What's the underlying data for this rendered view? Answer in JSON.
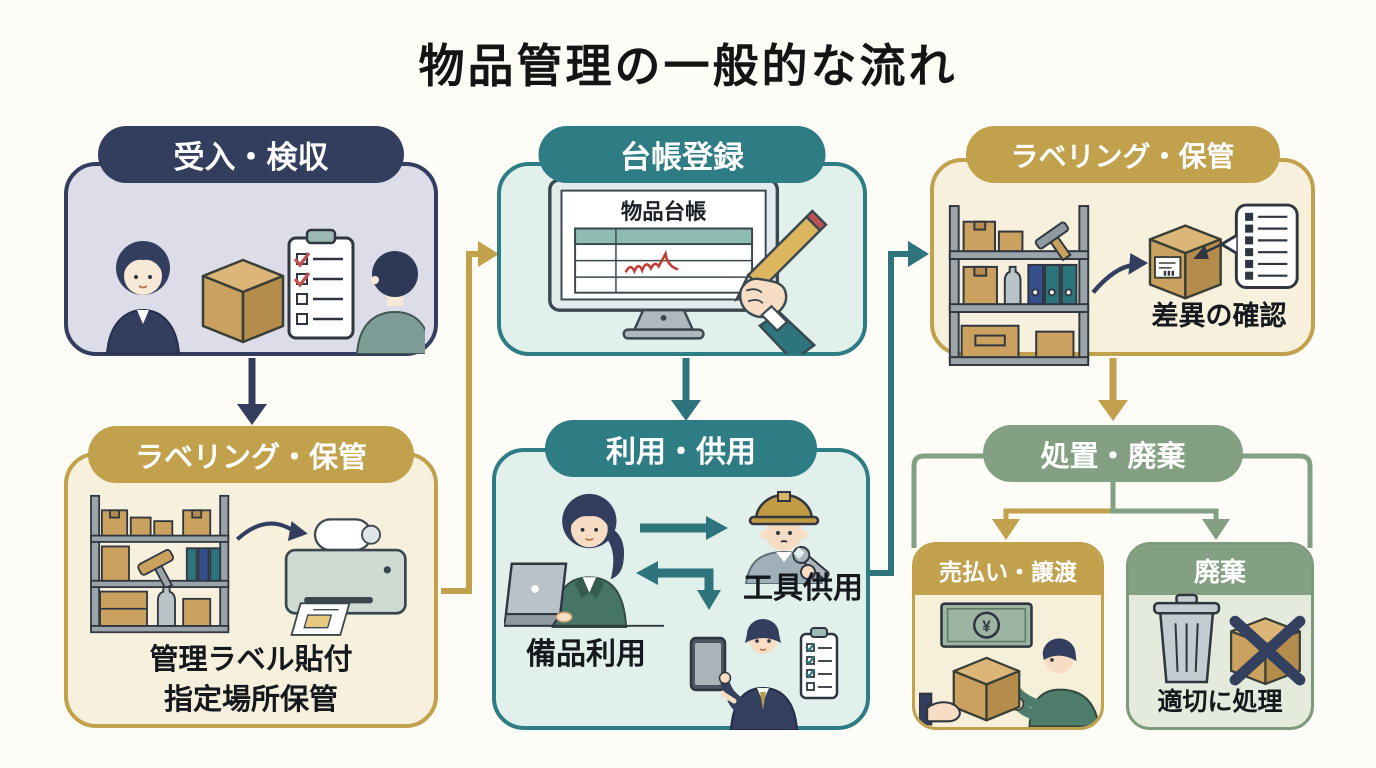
{
  "title": "物品管理の一般的な流れ",
  "palette": {
    "background": "#fdfcf7",
    "navy": "#333e5f",
    "teal": "#2e7d84",
    "teal_connector": "#2d747c",
    "gold": "#c2a14d",
    "sage": "#84a083",
    "body_lavender": "#dcdde9",
    "body_mint": "#e2f0ec",
    "body_cream": "#f7f0dc",
    "body_sage": "#e4ebdd",
    "carton": "#caa15f",
    "check_red": "#c0504d",
    "ink": "#14181f"
  },
  "boxes": {
    "receiving": {
      "header": "受入・検収"
    },
    "ledger": {
      "header": "台帳登録",
      "screen_title": "物品台帳"
    },
    "inventory": {
      "header": "ラベリング・保管",
      "note": "差異の確認"
    },
    "labeling": {
      "header": "ラベリング・保管",
      "note_line1": "管理ラベル貼付",
      "note_line2": "指定場所保管"
    },
    "usage": {
      "header": "利用・供用",
      "equipment_label": "備品利用",
      "tools_label": "工具供用"
    },
    "disposal": {
      "header": "処置・廃棄"
    },
    "sale": {
      "header": "売払い・譲渡"
    },
    "discard": {
      "header": "廃棄",
      "note": "適切に処理"
    }
  },
  "glyphs": {
    "yen": "¥"
  },
  "connections": [
    {
      "from": "受入・検収",
      "to": "ラベリング・保管",
      "color": "#333e5f"
    },
    {
      "from": "ラベリング・保管",
      "to": "台帳登録",
      "color": "#c2a14d"
    },
    {
      "from": "台帳登録",
      "to": "利用・供用",
      "color": "#2d747c"
    },
    {
      "from": "利用・供用",
      "to": "ラベリング・保管",
      "color": "#2d747c"
    },
    {
      "from": "ラベリング・保管",
      "to": "処置・廃棄",
      "color": "#c2a14d"
    },
    {
      "from": "処置・廃棄",
      "to": "売払い・譲渡",
      "color": "#c2a14d"
    },
    {
      "from": "処置・廃棄",
      "to": "廃棄",
      "color": "#84a083"
    }
  ],
  "illustrations": {
    "receiving": [
      "woman-staff",
      "cardboard-box",
      "inspection-checklist",
      "inspector"
    ],
    "ledger": [
      "pc-monitor",
      "asset-register-table",
      "hand-writing-pencil"
    ],
    "inventory": [
      "storage-shelf",
      "labeled-box",
      "checklist-bubble"
    ],
    "labeling": [
      "storage-shelf",
      "label-printer"
    ],
    "usage": [
      "woman-with-laptop",
      "exchange-arrows",
      "worker-with-wrench",
      "man-with-tablet",
      "checklist-clipboard"
    ],
    "sale": [
      "banknote",
      "box-handover",
      "receiver"
    ],
    "discard": [
      "trash-can",
      "crossed-box"
    ]
  }
}
